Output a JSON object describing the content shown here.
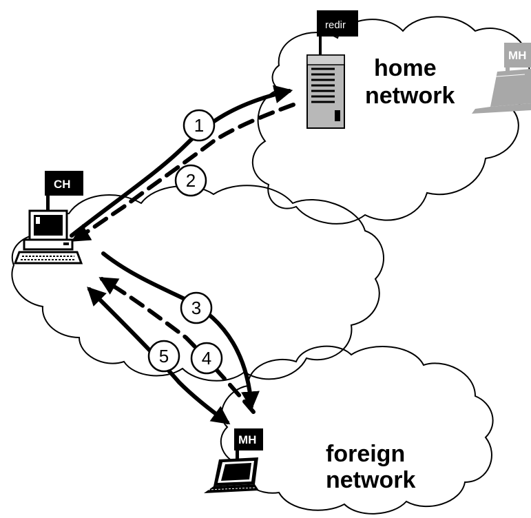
{
  "labels": {
    "home_network_line1": "home",
    "home_network_line2": "network",
    "foreign_network_line1": "foreign",
    "foreign_network_line2": "network"
  },
  "flags": {
    "redirector": "redir",
    "correspondent_host": "CH",
    "mobile_host": "MH",
    "mobile_host_home_ghost": "MH"
  },
  "steps": [
    "1",
    "2",
    "3",
    "4",
    "5"
  ],
  "colors": {
    "ink": "#000000",
    "ghost": "#a8a8a8",
    "server_body": "#b8b8b8",
    "background": "#ffffff"
  }
}
